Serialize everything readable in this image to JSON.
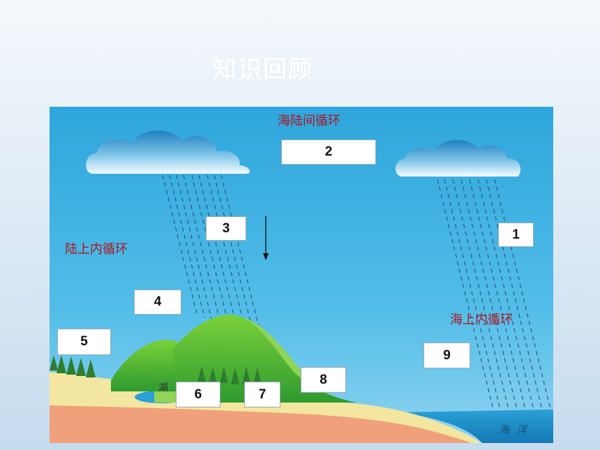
{
  "title": "知识回顾",
  "labels": {
    "sea_land_cycle": "海陆间循环",
    "land_cycle": "陆上内循环",
    "sea_cycle": "海上内循环",
    "lake": "湖",
    "ocean": "海洋"
  },
  "boxes": {
    "b1": "1",
    "b2": "2",
    "b3": "3",
    "b4": "4",
    "b5": "5",
    "b6": "6",
    "b7": "7",
    "b8": "8",
    "b9": "9"
  }
}
